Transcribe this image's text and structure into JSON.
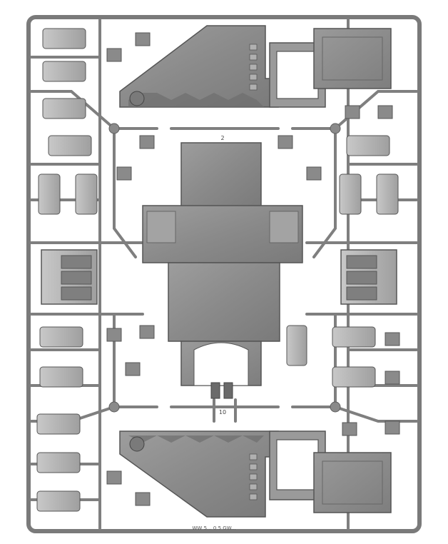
{
  "image": {
    "subject": "plastic-model-kit-sprue",
    "palette": {
      "background": "#ffffff",
      "plastic_dark": "#6f6f6f",
      "plastic_mid": "#8e8e8e",
      "plastic_light": "#b9b9b9",
      "plastic_highlight": "#cfcfcf",
      "window_fill": "#ffffff",
      "outline": "#4b4b4b"
    }
  },
  "sprue": {
    "frame_label": "",
    "copyright_bottom": "WW 5... 0.5 GW..."
  },
  "part_numbers": {
    "top_center": "2",
    "bottom_center": "10"
  }
}
